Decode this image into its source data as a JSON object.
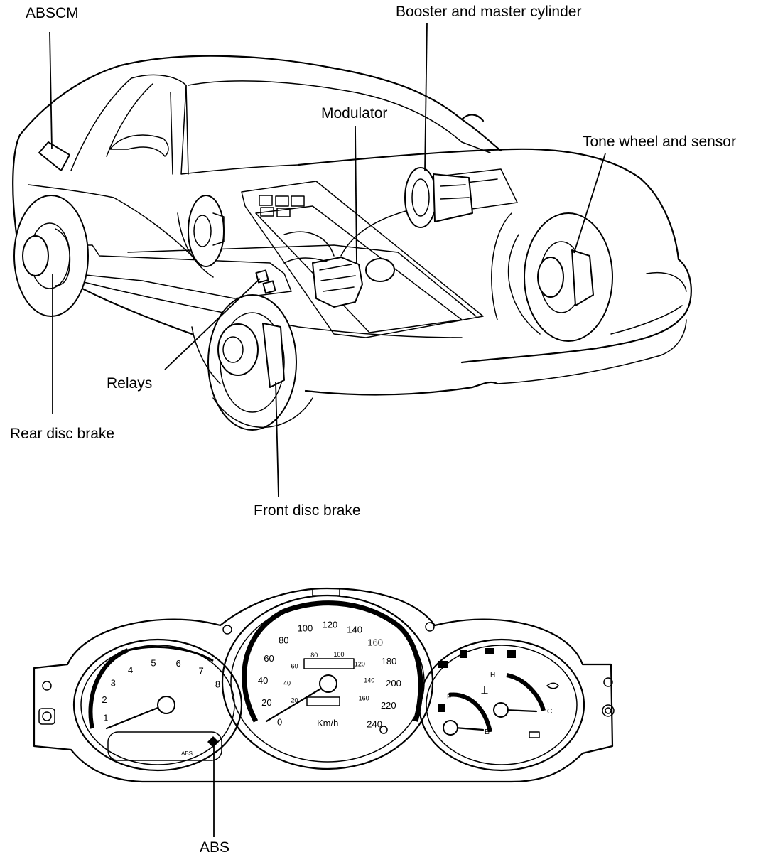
{
  "labels": {
    "abscm": "ABSCM",
    "booster": "Booster and master cylinder",
    "modulator": "Modulator",
    "tone_wheel": "Tone wheel and sensor",
    "relays": "Relays",
    "rear_disc": "Rear disc brake",
    "front_disc": "Front disc brake",
    "abs": "ABS"
  },
  "cluster": {
    "tacho_ticks": [
      "1",
      "2",
      "3",
      "4",
      "5",
      "6",
      "7",
      "8"
    ],
    "speedo_kmh": [
      "0",
      "20",
      "40",
      "60",
      "80",
      "100",
      "120",
      "140",
      "160",
      "180",
      "200",
      "220",
      "240"
    ],
    "speedo_mph": [
      "20",
      "40",
      "60",
      "80",
      "100",
      "120",
      "140",
      "160"
    ],
    "unit": "Km/h",
    "lcd_abs": "ABS",
    "gauge_h": "H",
    "gauge_c": "C",
    "gauge_f": "F",
    "gauge_e": "E"
  }
}
